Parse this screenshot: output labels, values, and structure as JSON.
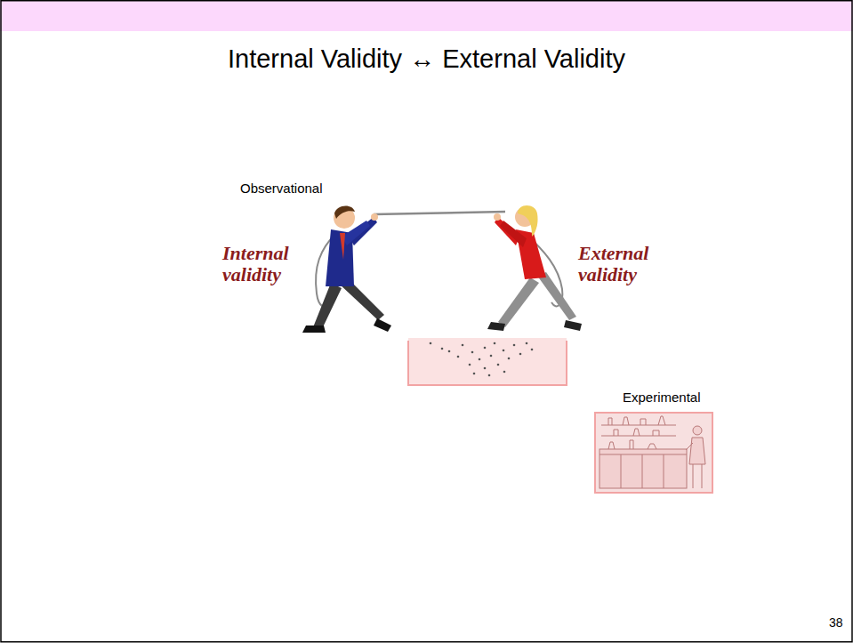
{
  "diagram": {
    "title": "Internal Validity ↔ External Validity",
    "nodes": [
      {
        "text": [
          "Experimental"
        ]
      }
    ],
    "labels": [
      "Observational",
      "Internal validity",
      "External validity",
      "38"
    ]
  }
}
